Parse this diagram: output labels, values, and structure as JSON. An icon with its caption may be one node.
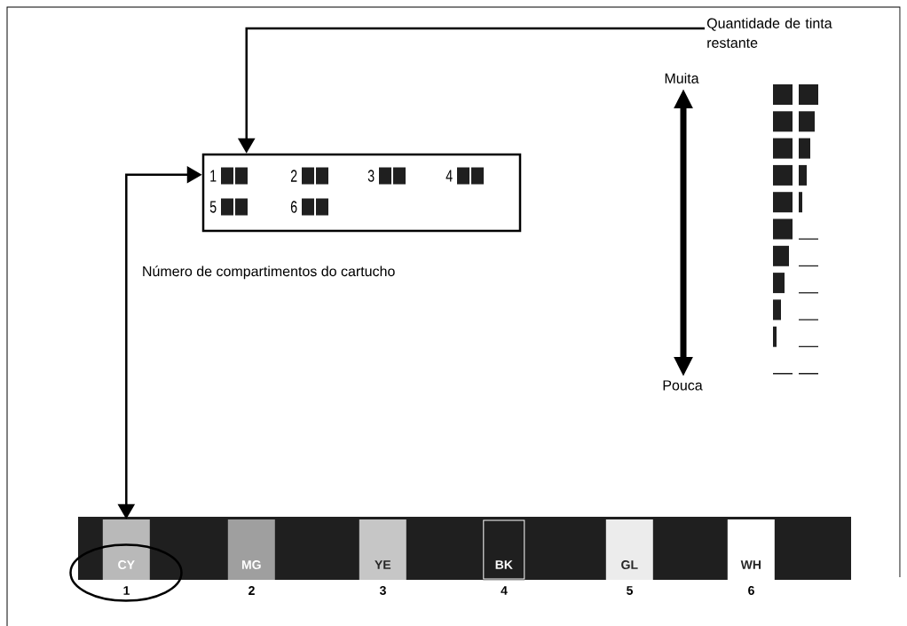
{
  "diagram": {
    "nodes": [
      {
        "text": [
          "Quantidade de tinta restante"
        ]
      },
      {
        "text": [
          "1",
          "2",
          "3",
          "4",
          "5",
          "6"
        ]
      },
      {
        "text": [],
        "shape": "bar"
      },
      {
        "text": [
          "CY"
        ],
        "in": 2,
        "beside": [
          "1"
        ]
      },
      {
        "text": [
          "MG"
        ],
        "in": 2,
        "beside": [
          "2"
        ]
      },
      {
        "text": [
          "YE"
        ],
        "in": 2,
        "beside": [
          "3"
        ]
      },
      {
        "text": [
          "BK"
        ],
        "in": 2,
        "beside": [
          "4"
        ]
      },
      {
        "text": [
          "GL"
        ],
        "in": 2,
        "beside": [
          "5"
        ]
      },
      {
        "text": [
          "WH"
        ],
        "in": 2,
        "beside": [
          "6"
        ]
      },
      {
        "text": [],
        "shape": "ellipse"
      }
    ],
    "edges": [
      {
        "from": 0,
        "to": 1,
        "arrow": "to"
      },
      {
        "from": 1,
        "to": 3,
        "arrow": "both",
        "label": "Número de compartimentos do cartucho"
      }
    ],
    "labels": [
      "Muita",
      "Pouca"
    ]
  }
}
